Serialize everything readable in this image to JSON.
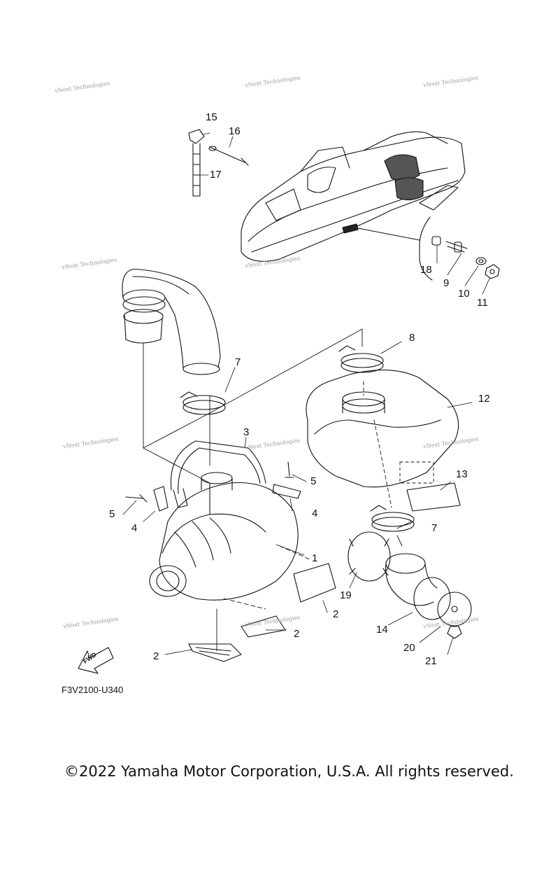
{
  "watermark": "vNext Technologies",
  "fwd_label": "FWD",
  "diagram_code": "F3V2100-U340",
  "copyright": "©2022 Yamaha Motor Corporation, U.S.A. All rights reserved.",
  "callouts": {
    "c1": "1",
    "c2a": "2",
    "c2b": "2",
    "c2c": "2",
    "c3": "3",
    "c4a": "4",
    "c4b": "4",
    "c5a": "5",
    "c5b": "5",
    "c7a": "7",
    "c7b": "7",
    "c8": "8",
    "c9": "9",
    "c10": "10",
    "c11": "11",
    "c12": "12",
    "c13": "13",
    "c14": "14",
    "c15": "15",
    "c16": "16",
    "c17": "17",
    "c18": "18",
    "c19": "19",
    "c20": "20",
    "c21": "21"
  }
}
